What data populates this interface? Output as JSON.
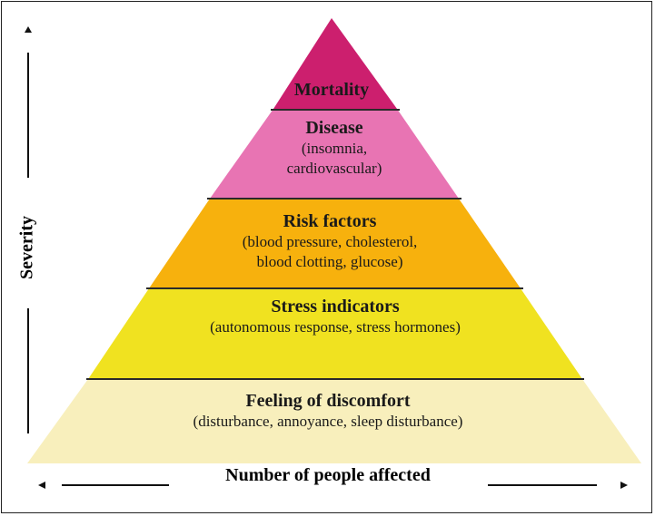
{
  "diagram": {
    "levels": [
      {
        "title": "Mortality",
        "lines": [],
        "color": "#cc1f6e"
      },
      {
        "title": "Disease",
        "lines": [
          "(insomnia,",
          "cardiovascular)"
        ],
        "color": "#e874b3"
      },
      {
        "title": "Risk factors",
        "lines": [
          "(blood pressure, cholesterol,",
          "blood clotting, glucose)"
        ],
        "color": "#f7b10d"
      },
      {
        "title": "Stress indicators",
        "lines": [
          "(autonomous response, stress hormones)"
        ],
        "color": "#f0e220"
      },
      {
        "title": "Feeling of discomfort",
        "lines": [
          "(disturbance, annoyance, sleep disturbance)"
        ],
        "color": "#f8efbc"
      }
    ],
    "y_axis_label": "Severity",
    "x_axis_label": "Number of people affected"
  }
}
